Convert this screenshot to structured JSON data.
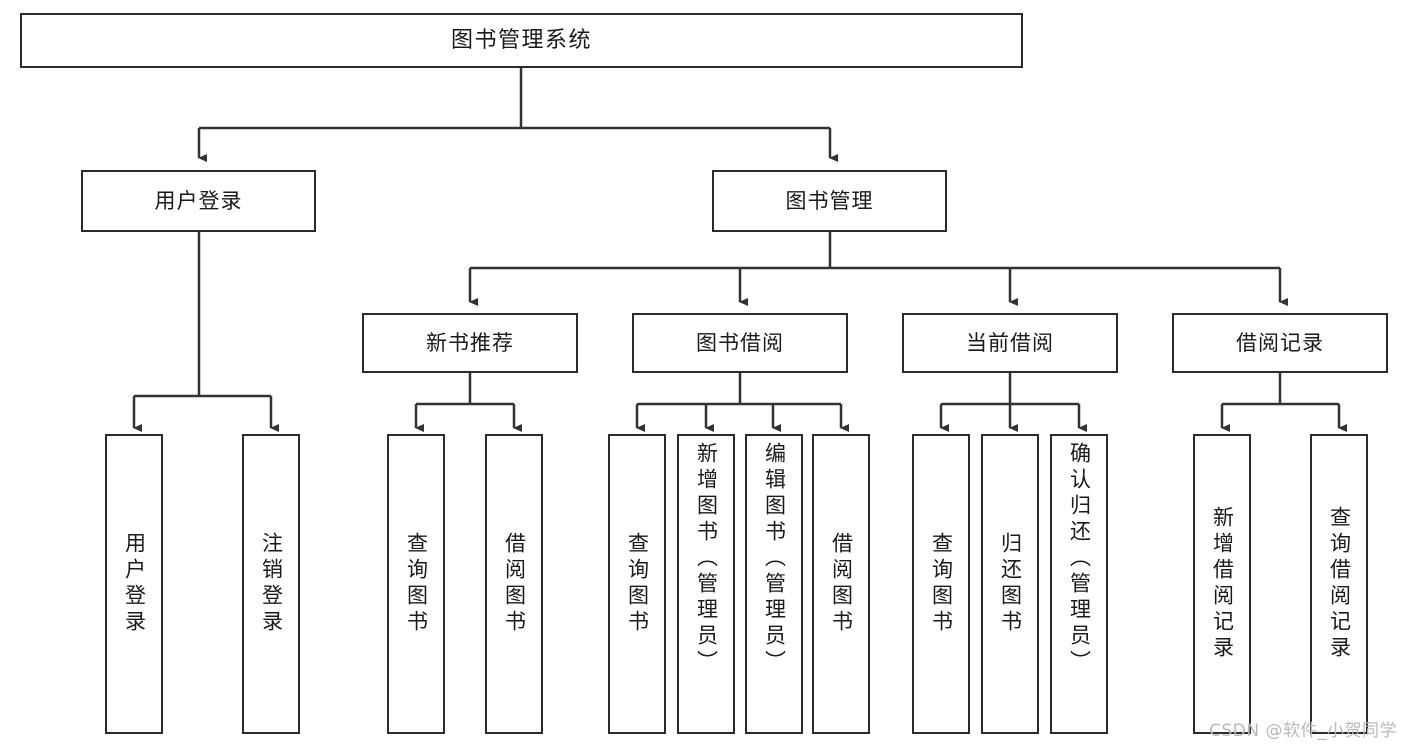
{
  "diagram": {
    "type": "tree",
    "title": "图书管理系统",
    "watermark": "CSDN @软件_小贺同学",
    "colors": {
      "border": "#2b2b2b",
      "background": "#ffffff",
      "text": "#1a1a1a",
      "connector": "#333333",
      "watermark": "#b9b9b9"
    },
    "nodes": {
      "root": {
        "label": "图书管理系统"
      },
      "level2": [
        {
          "id": "user-login",
          "label": "用户登录"
        },
        {
          "id": "book-manage",
          "label": "图书管理"
        }
      ],
      "level3": [
        {
          "id": "new-book-recommend",
          "label": "新书推荐"
        },
        {
          "id": "book-borrow",
          "label": "图书借阅"
        },
        {
          "id": "current-borrow",
          "label": "当前借阅"
        },
        {
          "id": "borrow-record",
          "label": "借阅记录"
        }
      ],
      "leaves": {
        "user_login": [
          {
            "id": "leaf-user-login",
            "label": "用户登录"
          },
          {
            "id": "leaf-logout",
            "label": "注销登录"
          }
        ],
        "new_book_recommend": [
          {
            "id": "leaf-query-book-1",
            "label": "查询图书"
          },
          {
            "id": "leaf-borrow-book-1",
            "label": "借阅图书"
          }
        ],
        "book_borrow": [
          {
            "id": "leaf-query-book-2",
            "label": "查询图书"
          },
          {
            "id": "leaf-add-book",
            "label": "新增图书（管理员）"
          },
          {
            "id": "leaf-edit-book",
            "label": "编辑图书（管理员）"
          },
          {
            "id": "leaf-borrow-book-2",
            "label": "借阅图书"
          }
        ],
        "current_borrow": [
          {
            "id": "leaf-query-book-3",
            "label": "查询图书"
          },
          {
            "id": "leaf-return-book",
            "label": "归还图书"
          },
          {
            "id": "leaf-confirm-return",
            "label": "确认归还（管理员）"
          }
        ],
        "borrow_record": [
          {
            "id": "leaf-add-record",
            "label": "新增借阅记录"
          },
          {
            "id": "leaf-query-record",
            "label": "查询借阅记录"
          }
        ]
      }
    }
  }
}
